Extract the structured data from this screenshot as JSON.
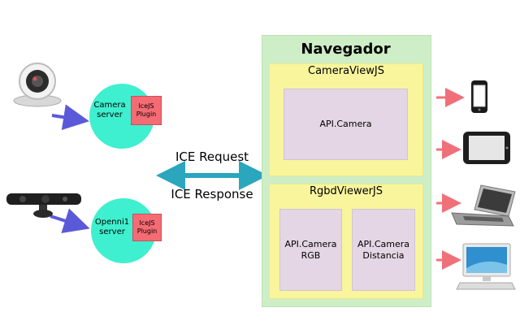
{
  "browser": {
    "title": "Navegador"
  },
  "camera_viewer": {
    "title": "CameraViewJS",
    "api_label": "API.Camera"
  },
  "rgbd_viewer": {
    "title": "RgbdViewerJS",
    "api_rgb": [
      "API.Camera",
      "RGB"
    ],
    "api_depth": [
      "API.Camera",
      "Distancia"
    ]
  },
  "camera_server": {
    "label": [
      "Camera",
      "server"
    ],
    "plugin": [
      "IceJS",
      "Plugin"
    ]
  },
  "openni_server": {
    "label": [
      "Openni1",
      "server"
    ],
    "plugin": [
      "IceJS",
      "Plugin"
    ]
  },
  "connection": {
    "request": "ICE Request",
    "response": "ICE Response"
  },
  "devices": [
    "webcam-icon",
    "kinect-icon",
    "smartphone-icon",
    "tablet-icon",
    "laptop-icon",
    "desktop-icon"
  ],
  "colors": {
    "server": "#3ef0cf",
    "plugin": "#f46b74",
    "browser": "#cdeec6",
    "widget": "#f8f59d",
    "api": "#e4d6e5",
    "input_arrow": "#5a5ad8",
    "ice_arrow": "#2aa6bd",
    "output_arrow": "#f0707a"
  }
}
